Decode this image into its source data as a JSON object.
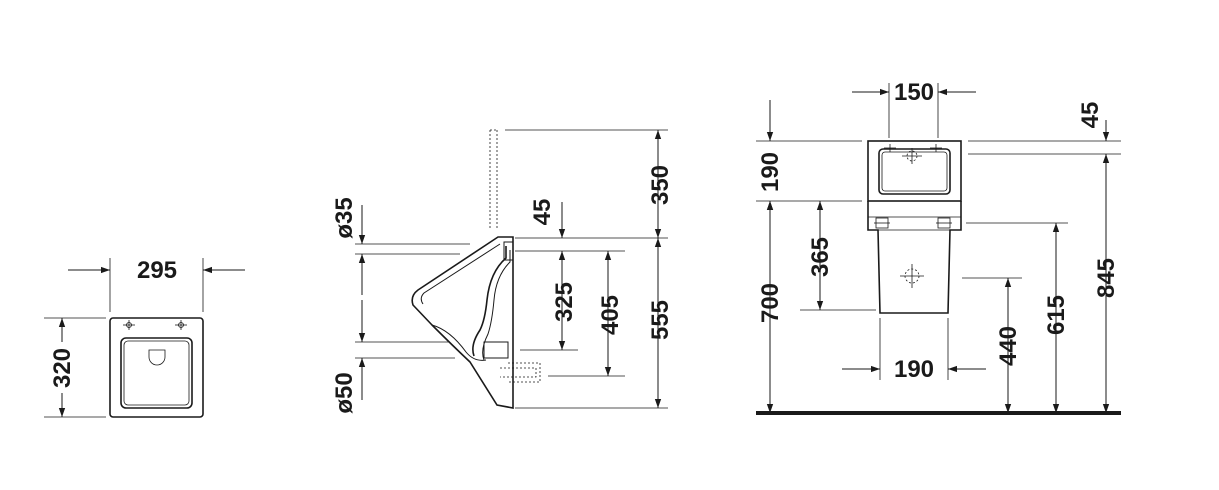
{
  "front_view": {
    "width": "295",
    "height": "320"
  },
  "side_view": {
    "inlet_diameter": "ø35",
    "outlet_diameter": "ø50",
    "inlet_offset": "45",
    "inlet_to_outlet": "325",
    "inlet_to_bottom_outlet": "405",
    "pipe_above": "350",
    "total_depth": "555"
  },
  "installation_view": {
    "top_width": "150",
    "top_offset": "45",
    "cistern_height": "190",
    "fixing_height": "365",
    "bowl_height": "700",
    "bottom_width": "190",
    "outlet_height": "440",
    "fixing_height_floor": "615",
    "total_height": "845"
  },
  "colors": {
    "line": "#1a1a1a",
    "background": "#ffffff"
  }
}
